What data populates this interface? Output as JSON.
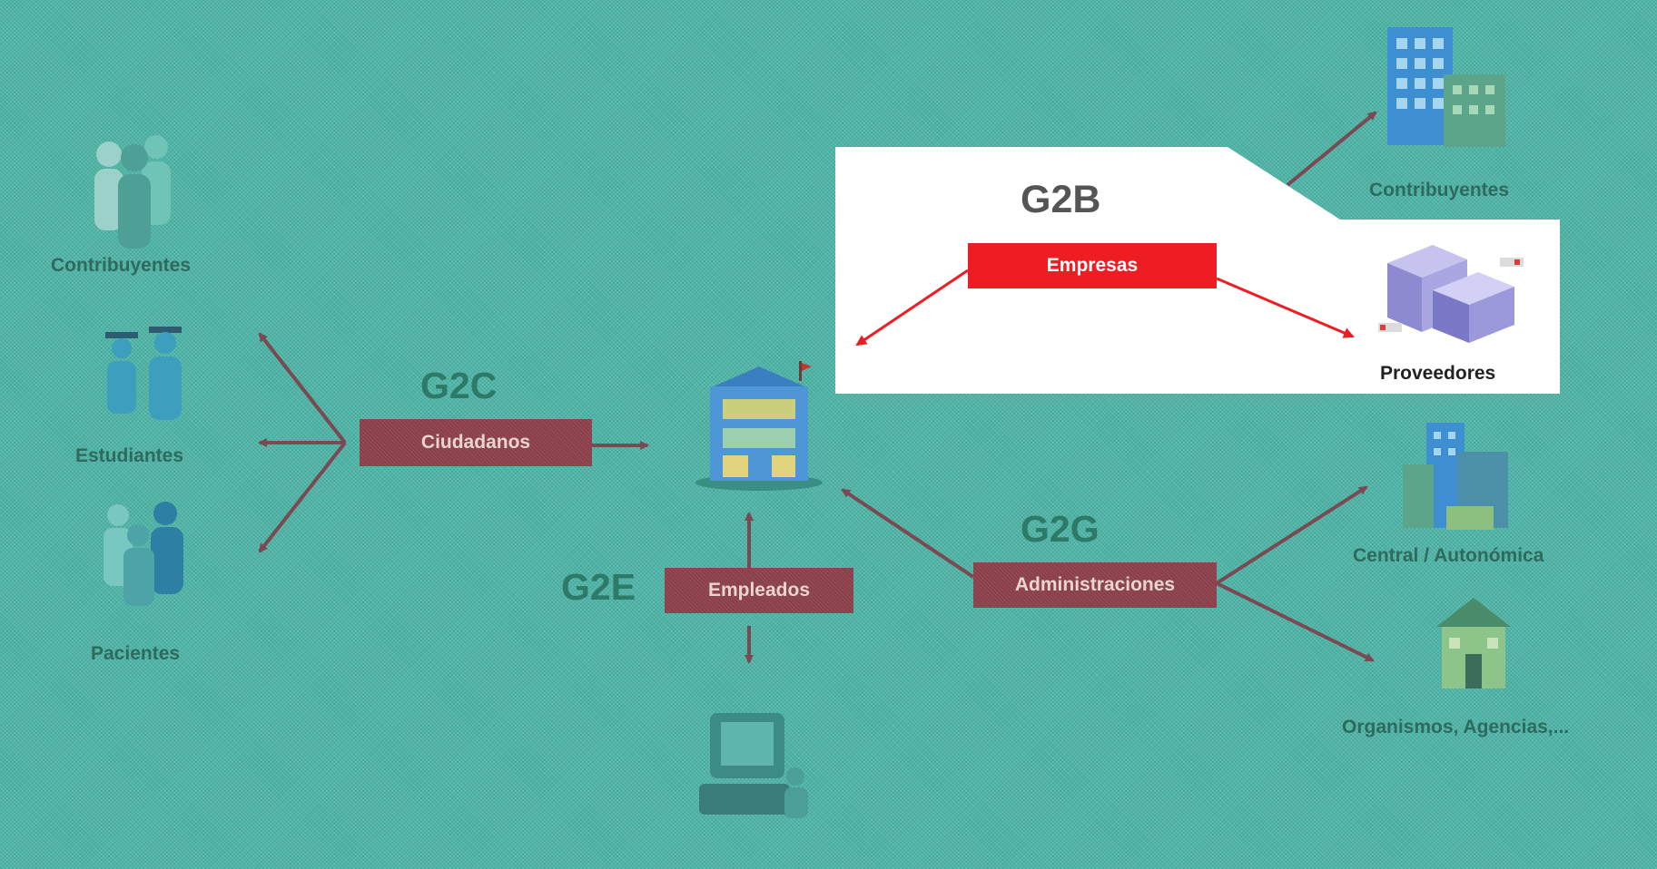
{
  "g2c": {
    "code": "G2C",
    "box_label": "Ciudadanos",
    "targets": [
      "Contribuyentes",
      "Estudiantes",
      "Pacientes"
    ]
  },
  "g2e": {
    "code": "G2E",
    "box_label": "Empleados"
  },
  "g2g": {
    "code": "G2G",
    "box_label": "Administraciones",
    "targets": [
      "Central / Autonómica",
      "Organismos, Agencias,..."
    ]
  },
  "g2b": {
    "code": "G2B",
    "box_label": "Empresas",
    "targets": [
      "Contribuyentes",
      "Proveedores"
    ]
  },
  "icons": [
    "people-group-icon",
    "graduates-icon",
    "patients-icon",
    "government-building-icon",
    "employee-computer-icon",
    "office-tower-icon",
    "supplier-network-icon",
    "city-buildings-icon",
    "agency-building-icon"
  ],
  "colors": {
    "background": "#4fb3a6",
    "box": "#8a3f4a",
    "arrow": "#7a4a52",
    "highlight": "#ee1d23"
  }
}
